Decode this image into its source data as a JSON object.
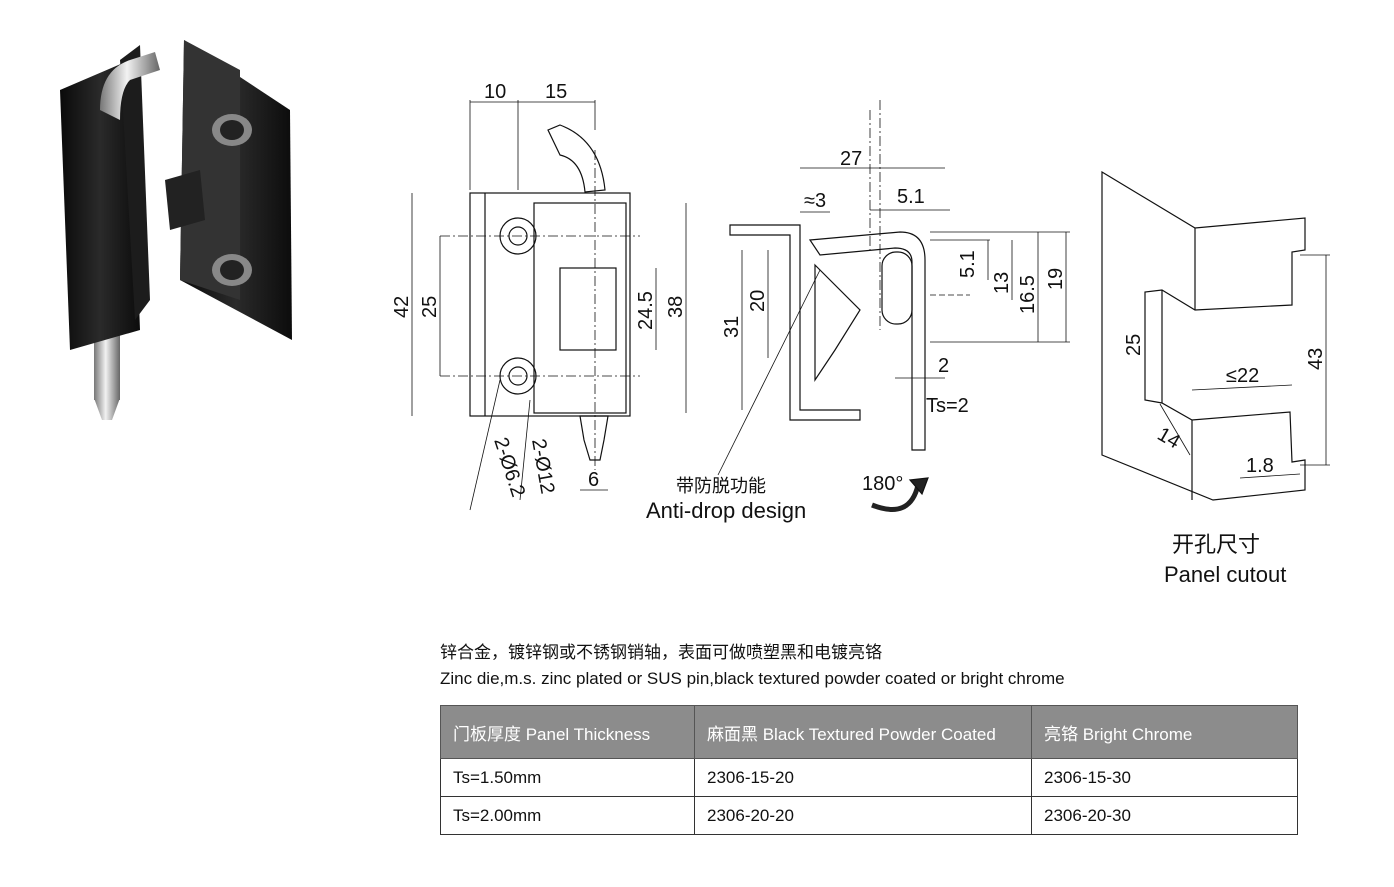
{
  "drawing": {
    "front_view": {
      "dims": [
        "10",
        "15",
        "42",
        "25",
        "24.5",
        "38",
        "2-Ø6.2",
        "2-Ø12",
        "6"
      ]
    },
    "side_view": {
      "dims": [
        "27",
        "≈3",
        "5.1",
        "5.1",
        "13",
        "16.5",
        "19",
        "20",
        "31",
        "2",
        "Ts=2"
      ],
      "rotation_label": "180°",
      "note_cn": "带防脱功能",
      "note_en": "Anti-drop design"
    },
    "panel_cutout": {
      "dims": [
        "25",
        "43",
        "≤22",
        "14",
        "1.8"
      ],
      "title_cn": "开孔尺寸",
      "title_en": "Panel cutout"
    }
  },
  "material": {
    "line_cn": "锌合金，镀锌钢或不锈钢销轴，表面可做喷塑黑和电镀亮铬",
    "line_en": "Zinc die,m.s. zinc plated or SUS pin,black textured powder coated or bright chrome"
  },
  "table": {
    "headers": [
      "门板厚度 Panel Thickness",
      "麻面黑 Black Textured  Powder Coated",
      "亮铬  Bright Chrome"
    ],
    "rows": [
      [
        "Ts=1.50mm",
        "2306-15-20",
        "2306-15-30"
      ],
      [
        "Ts=2.00mm",
        "2306-20-20",
        "2306-20-30"
      ]
    ]
  }
}
